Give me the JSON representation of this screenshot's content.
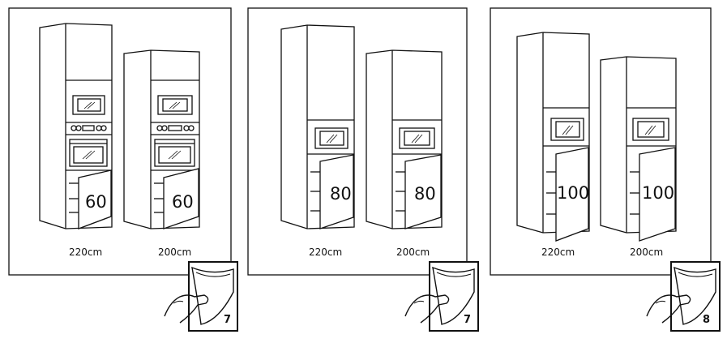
{
  "panels": [
    {
      "cabinets": [
        {
          "height_label": "220cm",
          "door_label": "60",
          "appliances": [
            "microwave",
            "oven"
          ]
        },
        {
          "height_label": "200cm",
          "door_label": "60",
          "appliances": [
            "microwave",
            "oven"
          ]
        }
      ],
      "page_ref": "7"
    },
    {
      "cabinets": [
        {
          "height_label": "220cm",
          "door_label": "80",
          "appliances": [
            "microwave"
          ]
        },
        {
          "height_label": "200cm",
          "door_label": "80",
          "appliances": [
            "microwave"
          ]
        }
      ],
      "page_ref": "7"
    },
    {
      "cabinets": [
        {
          "height_label": "220cm",
          "door_label": "100",
          "appliances": [
            "microwave"
          ]
        },
        {
          "height_label": "200cm",
          "door_label": "100",
          "appliances": [
            "microwave"
          ]
        }
      ],
      "page_ref": "8"
    }
  ],
  "icons": {
    "cabinet": "tall-cabinet-icon",
    "microwave": "microwave-icon",
    "oven": "oven-icon",
    "door": "open-door-icon",
    "page_turn": "page-turn-hand-icon"
  },
  "colors": {
    "line": "#111111",
    "background": "#ffffff"
  }
}
